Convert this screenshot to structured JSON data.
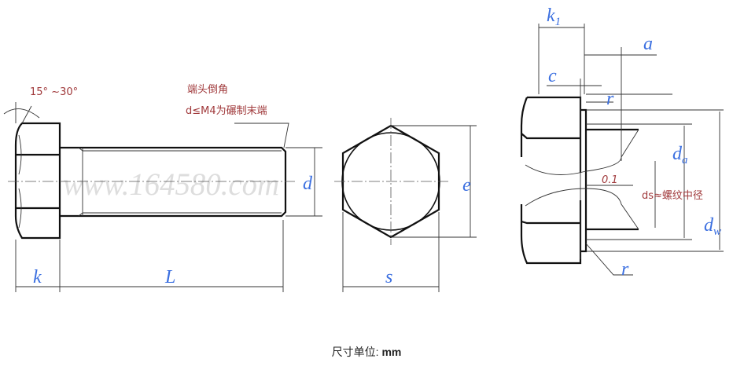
{
  "labels": {
    "angle": "15° ~30°",
    "chamfer_line1": "端头倒角",
    "chamfer_line2": "d≤M4为碾制末端",
    "d": "d",
    "k": "k",
    "L": "L",
    "e": "e",
    "s": "s",
    "k1": "k",
    "k1_sub": "1",
    "a": "a",
    "c": "c",
    "r_top": "r",
    "r_bottom": "r",
    "da": "d",
    "da_sub": "a",
    "dw": "d",
    "dw_sub": "w",
    "tolerance": "0.1",
    "ds_note": "ds≈螺纹中径"
  },
  "watermark": "www.164580.com",
  "footer": {
    "prefix": "尺寸单位: ",
    "unit": "mm"
  }
}
